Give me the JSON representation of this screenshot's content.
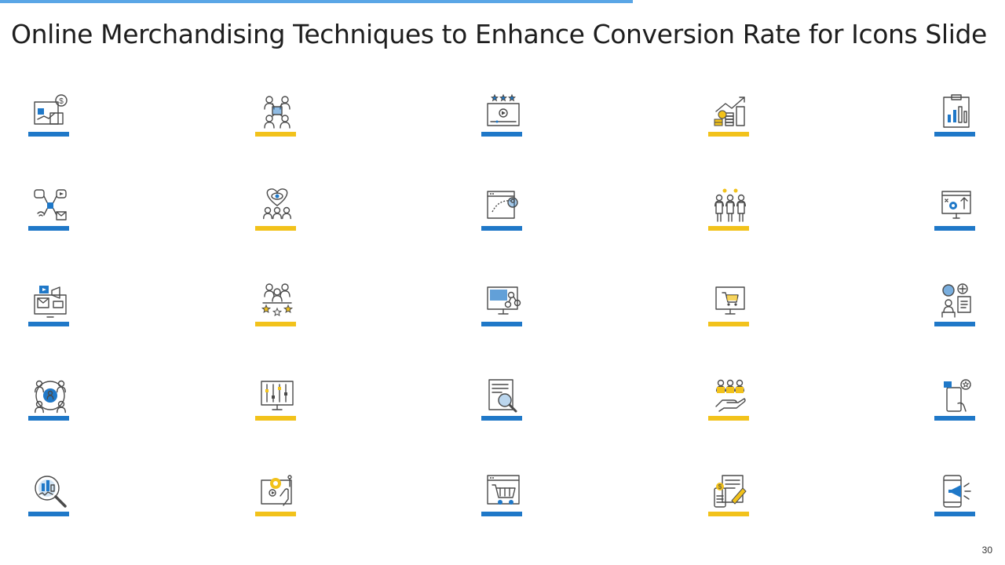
{
  "title": "Online Merchandising Techniques to Enhance Conversion Rate for Icons Slide",
  "page_number": "30",
  "colors": {
    "blue": "#1f78c8",
    "yellow": "#f2c21b",
    "line": "#4a4a4a",
    "accent": "#5aa6e6"
  },
  "icons": [
    [
      "analytics-dollar-icon",
      "network-people-icon",
      "rated-video-icon",
      "growth-coins-icon",
      "clipboard-chart-icon"
    ],
    [
      "social-media-hub-icon",
      "heart-eye-audience-icon",
      "web-user-journey-icon",
      "team-people-icon",
      "monitor-gear-icon"
    ],
    [
      "email-marketing-icon",
      "team-rating-stars-icon",
      "monitor-network-icon",
      "monitor-cart-icon",
      "person-ideas-icon"
    ],
    [
      "target-audience-icon",
      "monitor-sliders-icon",
      "document-search-icon",
      "hand-team-icon",
      "mobile-reviews-icon"
    ],
    [
      "magnifier-analytics-icon",
      "screen-gear-click-icon",
      "web-shopping-cart-icon",
      "payment-receipt-icon",
      "mobile-megaphone-icon"
    ]
  ],
  "bar_colors": [
    [
      "blue",
      "yellow",
      "blue",
      "yellow",
      "blue"
    ],
    [
      "blue",
      "yellow",
      "blue",
      "yellow",
      "blue"
    ],
    [
      "blue",
      "yellow",
      "blue",
      "yellow",
      "blue"
    ],
    [
      "blue",
      "yellow",
      "blue",
      "yellow",
      "blue"
    ],
    [
      "blue",
      "yellow",
      "blue",
      "yellow",
      "blue"
    ]
  ]
}
